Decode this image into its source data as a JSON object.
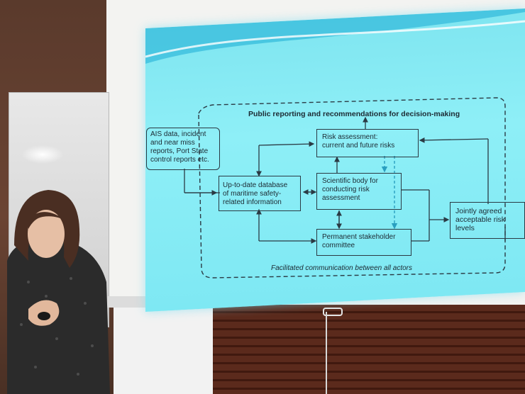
{
  "slide": {
    "title": "Public reporting and recommendations for decision-making",
    "source_box": "AIS data, incident\nand near miss\nreports, Port State\ncontrol reports etc.",
    "database_box": "Up-to-date database\nof maritime safety-\nrelated information",
    "risk_box": "Risk assessment:\ncurrent and future risks",
    "science_box": "Scientific body for\nconducting risk\nassessment",
    "stakeholder_box": "Permanent stakeholder\ncommittee",
    "jointly_box": "Jointly agreed\nacceptable risk\nlevels",
    "footer": "Facilitated communication between all actors"
  },
  "colors": {
    "screen": "#8eeff7",
    "text": "#1c2a33",
    "arrow": "#2b3a44",
    "dashed_arrow": "#2a9fc0"
  }
}
